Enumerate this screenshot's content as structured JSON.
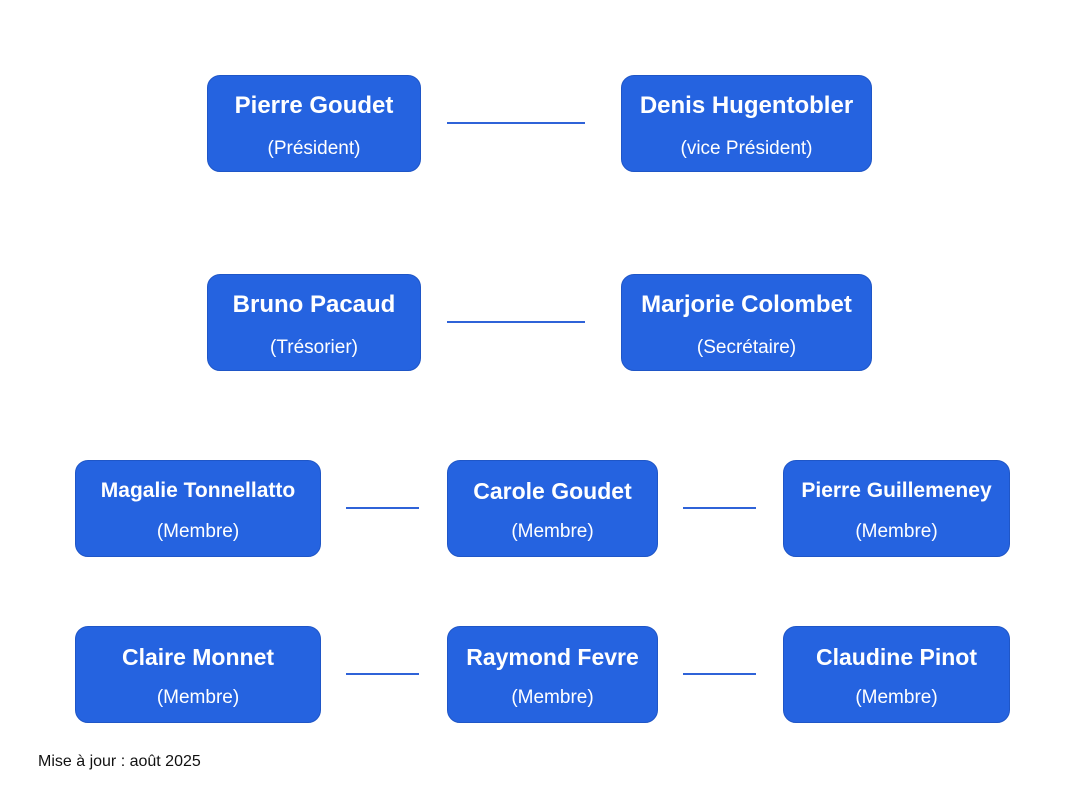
{
  "org_chart": {
    "rows": [
      {
        "nodes": [
          {
            "name": "Pierre Goudet",
            "role": "(Président)"
          },
          {
            "name": "Denis Hugentobler",
            "role": "(vice Président)"
          }
        ]
      },
      {
        "nodes": [
          {
            "name": "Bruno Pacaud",
            "role": "(Trésorier)"
          },
          {
            "name": "Marjorie Colombet",
            "role": "(Secrétaire)"
          }
        ]
      },
      {
        "nodes": [
          {
            "name": "Magalie Tonnellatto",
            "role": "(Membre)"
          },
          {
            "name": "Carole Goudet",
            "role": "(Membre)"
          },
          {
            "name": "Pierre Guillemeney",
            "role": "(Membre)"
          }
        ]
      },
      {
        "nodes": [
          {
            "name": "Claire Monnet",
            "role": "(Membre)"
          },
          {
            "name": "Raymond Fevre",
            "role": "(Membre)"
          },
          {
            "name": "Claudine Pinot",
            "role": "(Membre)"
          }
        ]
      }
    ],
    "colors": {
      "node_fill": "#2563e0",
      "node_text": "#ffffff",
      "connector": "#2f63d8"
    }
  },
  "footer": {
    "text": "Mise à jour : août 2025"
  }
}
